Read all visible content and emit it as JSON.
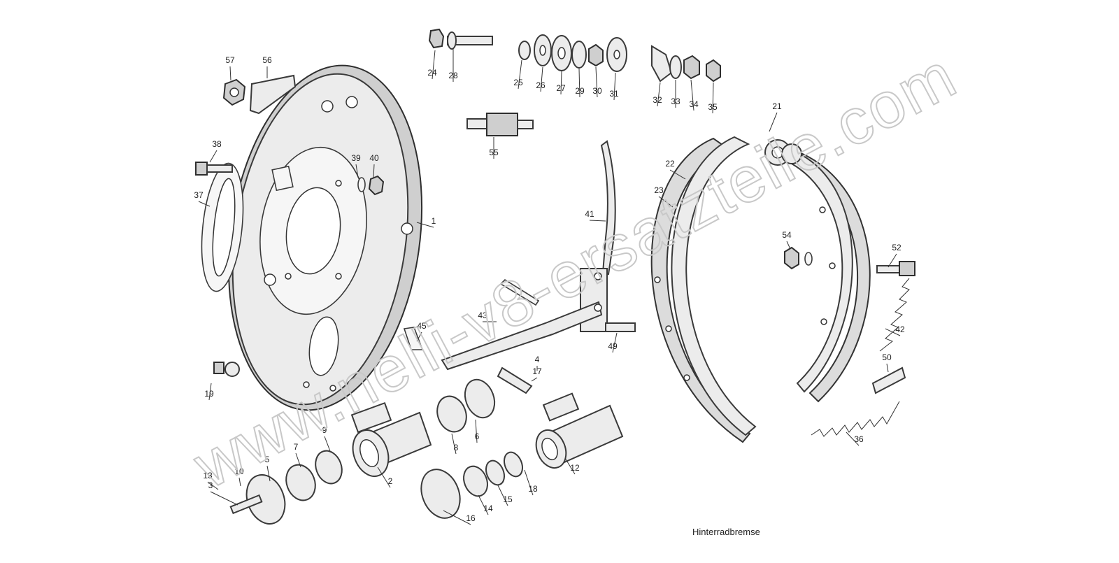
{
  "caption": "Hinterradbremse",
  "watermark": "www.nelli-v8-ersatzteile.com",
  "callouts": [
    "57",
    "56",
    "24",
    "28",
    "25",
    "26",
    "27",
    "29",
    "30",
    "31",
    "32",
    "33",
    "34",
    "35",
    "55",
    "38",
    "39",
    "40",
    "37",
    "1",
    "21",
    "22",
    "23",
    "41",
    "54",
    "52",
    "42",
    "43",
    "45",
    "49",
    "4",
    "17",
    "50",
    "19",
    "9",
    "7",
    "5",
    "8",
    "6",
    "10",
    "13",
    "3",
    "2",
    "12",
    "18",
    "16",
    "14",
    "15",
    "36"
  ]
}
